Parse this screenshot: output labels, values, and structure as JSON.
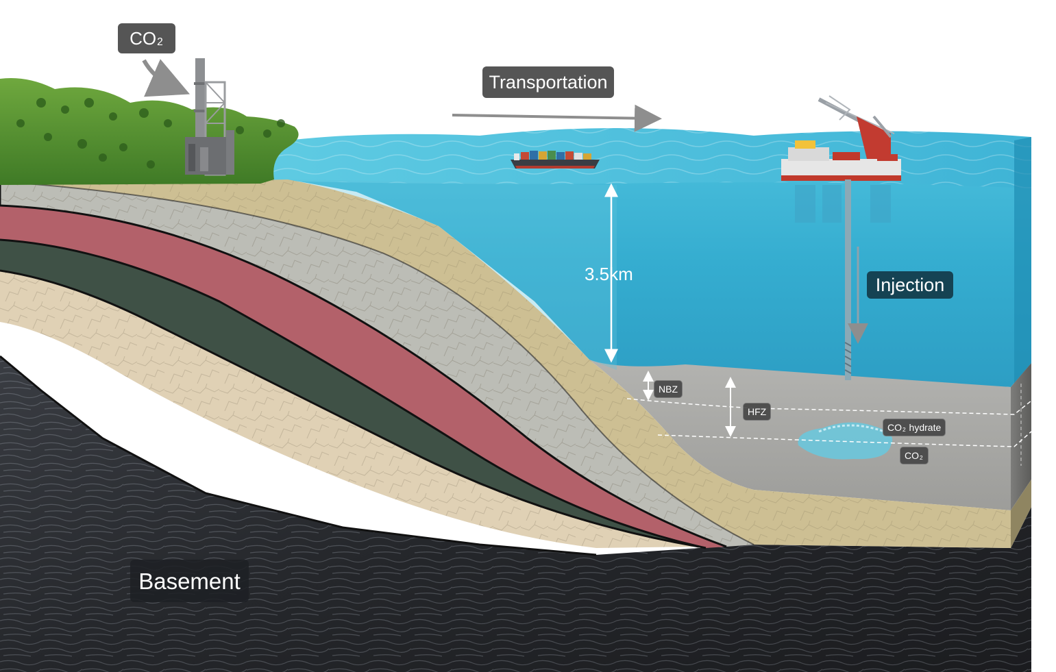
{
  "labels": {
    "co2_source": {
      "main": "CO",
      "sub": "2"
    },
    "transportation": "Transportation",
    "depth": "3.5km",
    "injection": "Injection",
    "nbz": "NBZ",
    "hfz": "HFZ",
    "co2_hydrate": {
      "main": "CO",
      "sub": "2",
      "rest": " hydrate"
    },
    "co2_pool": {
      "main": "CO",
      "sub": "2"
    },
    "basement": "Basement"
  },
  "icons": [
    "industrial-plant-icon",
    "cargo-ship-icon",
    "offshore-crane-platform-icon",
    "injection-pipe-icon"
  ],
  "colors": {
    "ocean": "#35b3d3",
    "ocean_deep": "#2a9fc4",
    "seafloor_sediment": "#a9a9a6",
    "layer_tan": "#cdbf94",
    "layer_grey": "#b7b8b2",
    "layer_red": "#b35e66",
    "layer_green": "#3e5045",
    "layer_cream": "#e1d2b7",
    "basement": "#2a2c30",
    "vegetation": "#4f8d2f",
    "label_bg": "#464646"
  }
}
